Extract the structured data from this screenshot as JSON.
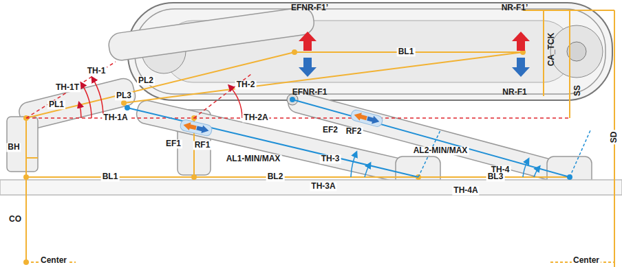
{
  "diagram": {
    "labels": [
      "EFNR-F1’",
      "NR-F1’",
      "EFNR-F1",
      "NR-F1",
      "BL1",
      "CA_TCK",
      "SS",
      "SD",
      "TH-1",
      "TH-1T",
      "PL1",
      "PL2",
      "PL3",
      "TH-1A",
      "TH-2",
      "TH-2A",
      "BH",
      "EF1",
      "RF1",
      "AL1-MIN/MAX",
      "EF2",
      "RF2",
      "AL2-MIN/MAX",
      "TH-3",
      "TH-3A",
      "TH-4",
      "TH-4A",
      "BL1",
      "BL2",
      "BL3",
      "CO",
      "Center",
      "Center"
    ]
  }
}
